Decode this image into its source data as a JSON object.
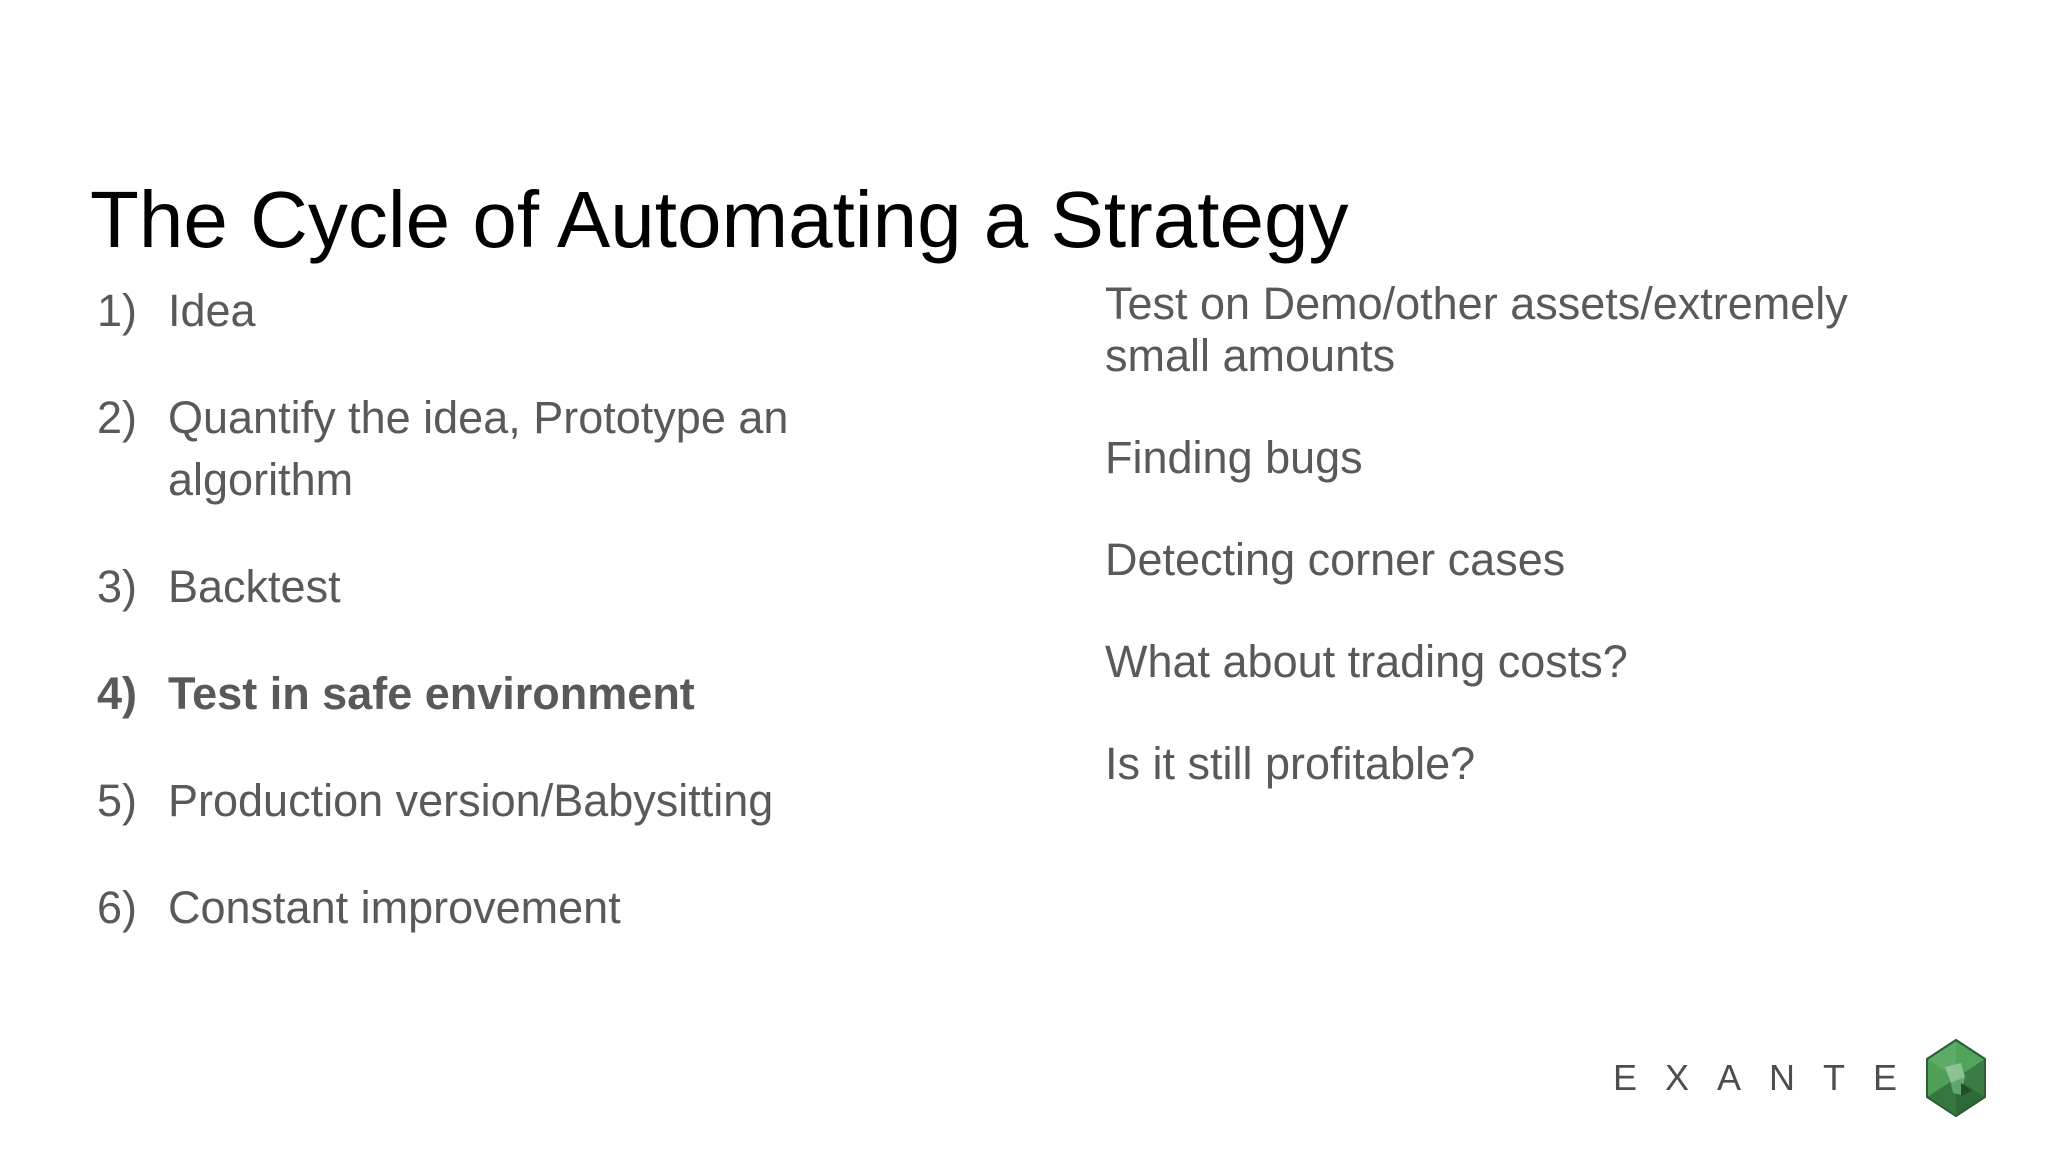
{
  "slide": {
    "title": "The Cycle of Automating a Strategy",
    "steps": [
      {
        "number": "1)",
        "text": "Idea",
        "bold": false
      },
      {
        "number": "2)",
        "text": "Quantify the idea, Prototype an algorithm",
        "bold": false
      },
      {
        "number": "3)",
        "text": "Backtest",
        "bold": false
      },
      {
        "number": "4)",
        "text": "Test in safe environment",
        "bold": true
      },
      {
        "number": "5)",
        "text": "Production version/Babysitting",
        "bold": false
      },
      {
        "number": "6)",
        "text": "Constant improvement",
        "bold": false
      }
    ],
    "notes": [
      "Test on Demo/other assets/extremely small amounts",
      "Finding bugs",
      "Detecting corner cases",
      "What about trading costs?",
      "Is it still profitable?"
    ],
    "logo": {
      "text": "EXANTE",
      "icon": "green-gem-hexagon-icon",
      "text_color": "#4d4d4d",
      "gem_colors": {
        "base": "#46934f",
        "edge": "#2b5e33",
        "light_facet": "#93c79a",
        "dark_facet": "#1e4f27"
      }
    },
    "colors": {
      "background": "#ffffff",
      "title_text": "#000000",
      "body_text": "#595959"
    }
  }
}
